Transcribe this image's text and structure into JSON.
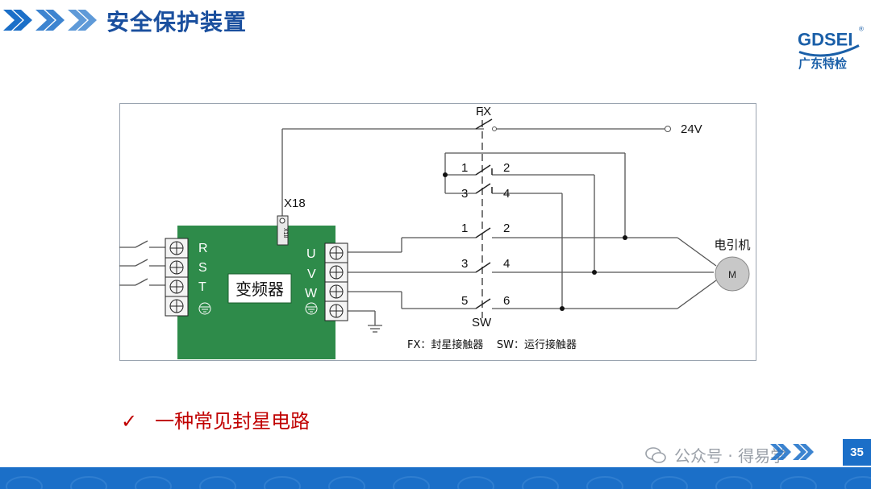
{
  "header": {
    "title": "安全保护装置",
    "logo_text": "GDSEI",
    "logo_sub": "广东特检",
    "accent": "#1a4f9e"
  },
  "diagram": {
    "fx_label": "FX",
    "supply": "24V",
    "x18_label": "X18",
    "x18_tag": "X18",
    "inverter_label": "变频器",
    "input_terminals": [
      "R",
      "S",
      "T"
    ],
    "output_terminals": [
      "U",
      "V",
      "W"
    ],
    "contacts_fx": [
      [
        "1",
        "2"
      ],
      [
        "3",
        "4"
      ]
    ],
    "contacts_sw": [
      [
        "1",
        "2"
      ],
      [
        "3",
        "4"
      ],
      [
        "5",
        "6"
      ]
    ],
    "sw_label": "SW",
    "motor_label": "电引机",
    "motor_symbol": "M",
    "legend": "FX：封星接触器    SW：运行接触器",
    "inverter_color": "#2e8b4a"
  },
  "caption": {
    "tick": "✓",
    "text": "一种常见封星电路"
  },
  "footer": {
    "page": "35",
    "watermark": "公众号 · 得易学"
  }
}
